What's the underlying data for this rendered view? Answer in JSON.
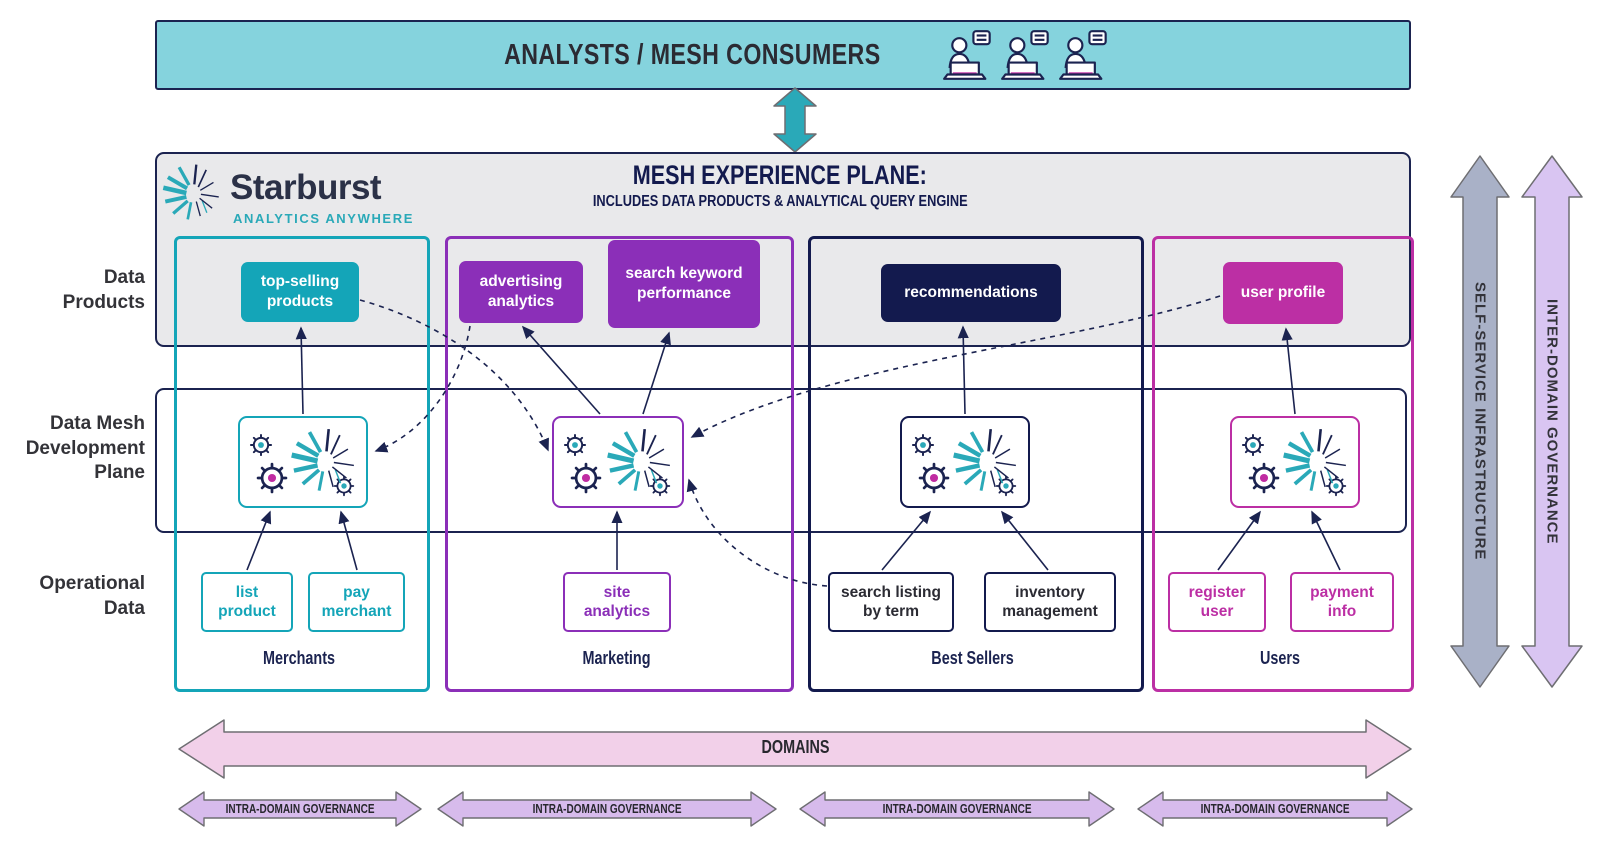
{
  "banner": {
    "label": "ANALYSTS / MESH CONSUMERS"
  },
  "logo": {
    "name": "Starburst",
    "tagline": "ANALYTICS ANYWHERE"
  },
  "plane": {
    "title": "MESH EXPERIENCE PLANE:",
    "subtitle": "INCLUDES DATA PRODUCTS & ANALYTICAL QUERY ENGINE"
  },
  "rows": [
    "Data Products",
    "Data Mesh Development Plane",
    "Operational Data"
  ],
  "domains": [
    {
      "name": "Merchants",
      "products": [
        {
          "label": "top-selling products"
        }
      ],
      "operational": [
        {
          "label": "list product"
        },
        {
          "label": "pay merchant"
        }
      ]
    },
    {
      "name": "Marketing",
      "products": [
        {
          "label": "advertising analytics"
        },
        {
          "label": "search keyword performance"
        }
      ],
      "operational": [
        {
          "label": "site analytics"
        }
      ]
    },
    {
      "name": "Best Sellers",
      "products": [
        {
          "label": "recommendations"
        }
      ],
      "operational": [
        {
          "label": "search listing by term"
        },
        {
          "label": "inventory management"
        }
      ]
    },
    {
      "name": "Users",
      "products": [
        {
          "label": "user profile"
        }
      ],
      "operational": [
        {
          "label": "register user"
        },
        {
          "label": "payment info"
        }
      ]
    }
  ],
  "bottom": {
    "domains_label": "DOMAINS",
    "intra_label": "INTRA-DOMAIN GOVERNANCE"
  },
  "side": {
    "self_service": "SELF-SERVICE INFRASTRUCTURE",
    "inter_domain": "INTER-DOMAIN GOVERNANCE"
  },
  "colors": {
    "banner_teal": "#85D3DD",
    "starburst_teal": "#2AA9B8",
    "merchants_teal": "#14A5B8",
    "marketing_purple": "#8B2FB8",
    "bestsellers_navy": "#131A4E",
    "users_magenta": "#BC2FA4",
    "band_gray": "#E9E9EB",
    "line_navy": "#1B2350",
    "domains_pink": "#F2D0E9",
    "intra_lilac": "#D7BBEC",
    "self_service_gray": "#A9B1C7",
    "inter_domain_lavender": "#D9C5F2"
  }
}
